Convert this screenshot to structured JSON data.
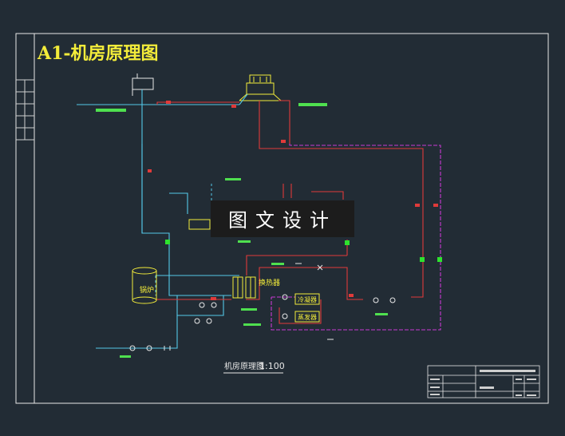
{
  "drawing": {
    "title": "A1-机房原理图",
    "caption": "机房原理图",
    "scale": "1:100",
    "watermark": "图文设计"
  },
  "equipment": {
    "boiler": "锅炉",
    "heat_exchanger": "换热器",
    "unit_a": "冷凝器",
    "unit_b": "蒸发器"
  },
  "colors": {
    "background": "#222c35",
    "frame": "#e8e8e8",
    "water_supply": "#e03a3a",
    "water_return": "#54c8e8",
    "cooling_loop": "#c83ad2",
    "annotation": "#4fe04f",
    "title": "#f3ec3a"
  }
}
